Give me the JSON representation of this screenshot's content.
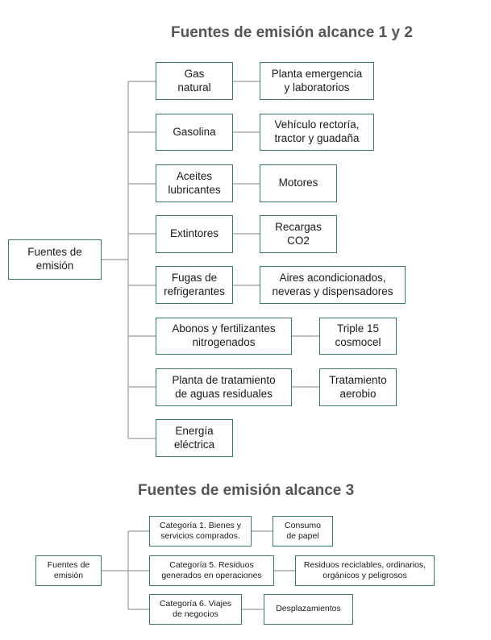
{
  "section1": {
    "title": "Fuentes de emisión alcance 1 y 2",
    "root": "Fuentes de\nemisión",
    "rows": [
      {
        "source": "Gas\nnatural",
        "use": "Planta emergencia\ny laboratorios"
      },
      {
        "source": "Gasolina",
        "use": "Vehículo rectoría,\ntractor y guadaña"
      },
      {
        "source": "Aceites\nlubricantes",
        "use": "Motores"
      },
      {
        "source": "Extintores",
        "use": "Recargas\nCO2"
      },
      {
        "source": "Fugas de\nrefrigerantes",
        "use": "Aires acondicionados,\nneveras y dispensadores"
      },
      {
        "source": "Abonos y fertilizantes\nnitrogenados",
        "use": "Triple 15\ncosmocel"
      },
      {
        "source": "Planta de tratamiento\nde aguas residuales",
        "use": "Tratamiento\naerobio"
      },
      {
        "source": "Energía\neléctrica",
        "use": null
      }
    ]
  },
  "section2": {
    "title": "Fuentes de emisión alcance 3",
    "root": "Fuentes de\nemisión",
    "rows": [
      {
        "source": "Categoría 1. Bienes y\nservicios comprados.",
        "use": "Consumo\nde papel"
      },
      {
        "source": "Categoría 5. Residuos\ngenerados en operaciones",
        "use": "Residuos reciclables, ordinarios,\norgánicos y peligrosos"
      },
      {
        "source": "Categoría 6. Viajes\nde negocios",
        "use": "Desplazamientos"
      }
    ]
  }
}
